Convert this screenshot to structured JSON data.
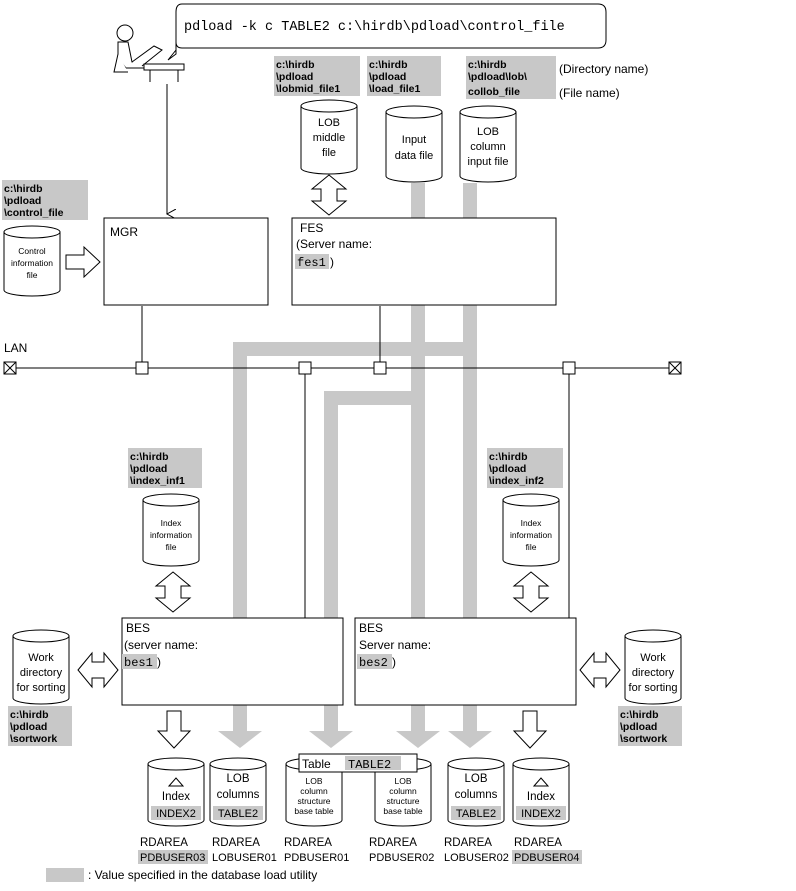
{
  "command": "pdload -k c TABLE2 c:\\hirdb\\pdload\\control_file",
  "control_path": [
    "c:\\hirdb",
    "\\pdload",
    "\\control_file"
  ],
  "control_file": [
    "Control",
    "information",
    "file"
  ],
  "lobmid_path": [
    "c:\\hirdb",
    "\\pdload",
    "\\lobmid_file1"
  ],
  "lob_middle_file": [
    "LOB",
    "middle",
    "file"
  ],
  "load_path": [
    "c:\\hirdb",
    "\\pdload",
    "\\load_file1"
  ],
  "input_data_file": [
    "Input",
    "data file"
  ],
  "lob_dir_path": [
    "c:\\hirdb",
    "\\pdload\\lob\\"
  ],
  "lob_dir_note": "(Directory name)",
  "collob_file": "collob_file",
  "file_name_note": "(File name)",
  "lob_column_input": [
    "LOB",
    "column",
    "input file"
  ],
  "mgr": "MGR",
  "fes_title": "FES",
  "fes_server_label": "(Server name:",
  "fes_server": "fes1",
  "fes_close": ")",
  "lan": "LAN",
  "index_inf1_path": [
    "c:\\hirdb",
    "\\pdload",
    "\\index_inf1"
  ],
  "index_inf2_path": [
    "c:\\hirdb",
    "\\pdload",
    "\\index_inf2"
  ],
  "index_info_file": [
    "Index",
    "information",
    "file"
  ],
  "bes1_title": "BES",
  "bes1_server_label": "(server name:",
  "bes1_server": "bes1",
  "bes1_close": ")",
  "bes2_title": "BES",
  "bes2_server_label": "Server name:",
  "bes2_server": "bes2",
  "bes2_close": ")",
  "work_dir": [
    "Work",
    "directory",
    "for sorting"
  ],
  "sortwork_path": [
    "c:\\hirdb",
    "\\pdload",
    "\\sortwork"
  ],
  "table_label": "Table",
  "table_name": "TABLE2",
  "index_word": "Index",
  "index2": "INDEX2",
  "lob_columns": [
    "LOB",
    "columns"
  ],
  "table2": "TABLE2",
  "lob_structure": [
    "LOB",
    "column",
    "structure",
    "base table"
  ],
  "rdarea": "RDAREA",
  "rd_names": [
    "PDBUSER03",
    "LOBUSER01",
    "PDBUSER01",
    "PDBUSER02",
    "LOBUSER02",
    "PDBUSER04"
  ],
  "legend_text": ": Value specified in the database load utility",
  "colors": {
    "highlight": "#c8c8c8",
    "flow": "#c8c8c8",
    "line": "#000000"
  }
}
